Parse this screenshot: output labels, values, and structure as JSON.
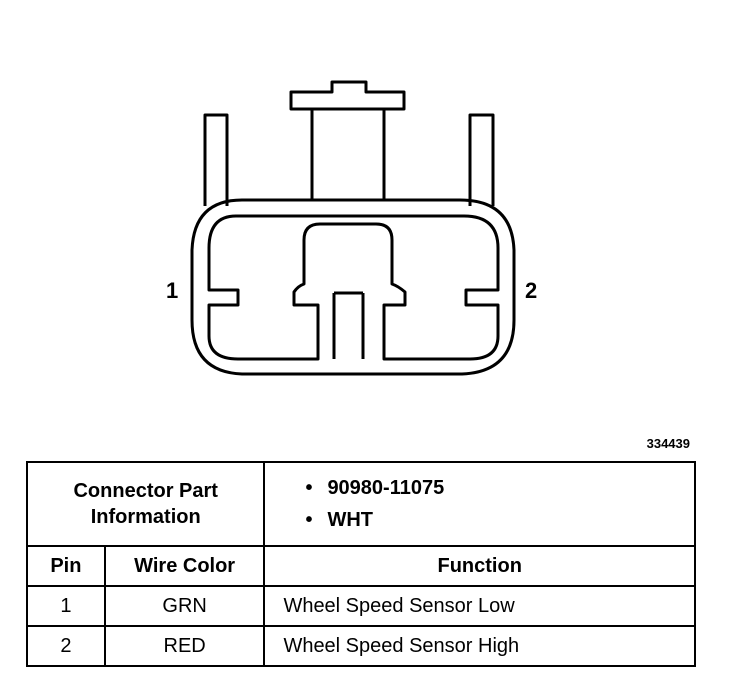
{
  "connector": {
    "pin_labels": [
      "1",
      "2"
    ],
    "figure_id": "334439"
  },
  "info_table": {
    "part_info_label": "Connector Part Information",
    "part_info_lines": [
      "Connector Part",
      "Information"
    ],
    "part_details": [
      "90980-11075",
      "WHT"
    ],
    "headers": {
      "pin": "Pin",
      "wire_color": "Wire Color",
      "function": "Function"
    },
    "rows": [
      {
        "pin": "1",
        "wire_color": "GRN",
        "function": "Wheel Speed Sensor Low"
      },
      {
        "pin": "2",
        "wire_color": "RED",
        "function": "Wheel Speed Sensor High"
      }
    ]
  }
}
